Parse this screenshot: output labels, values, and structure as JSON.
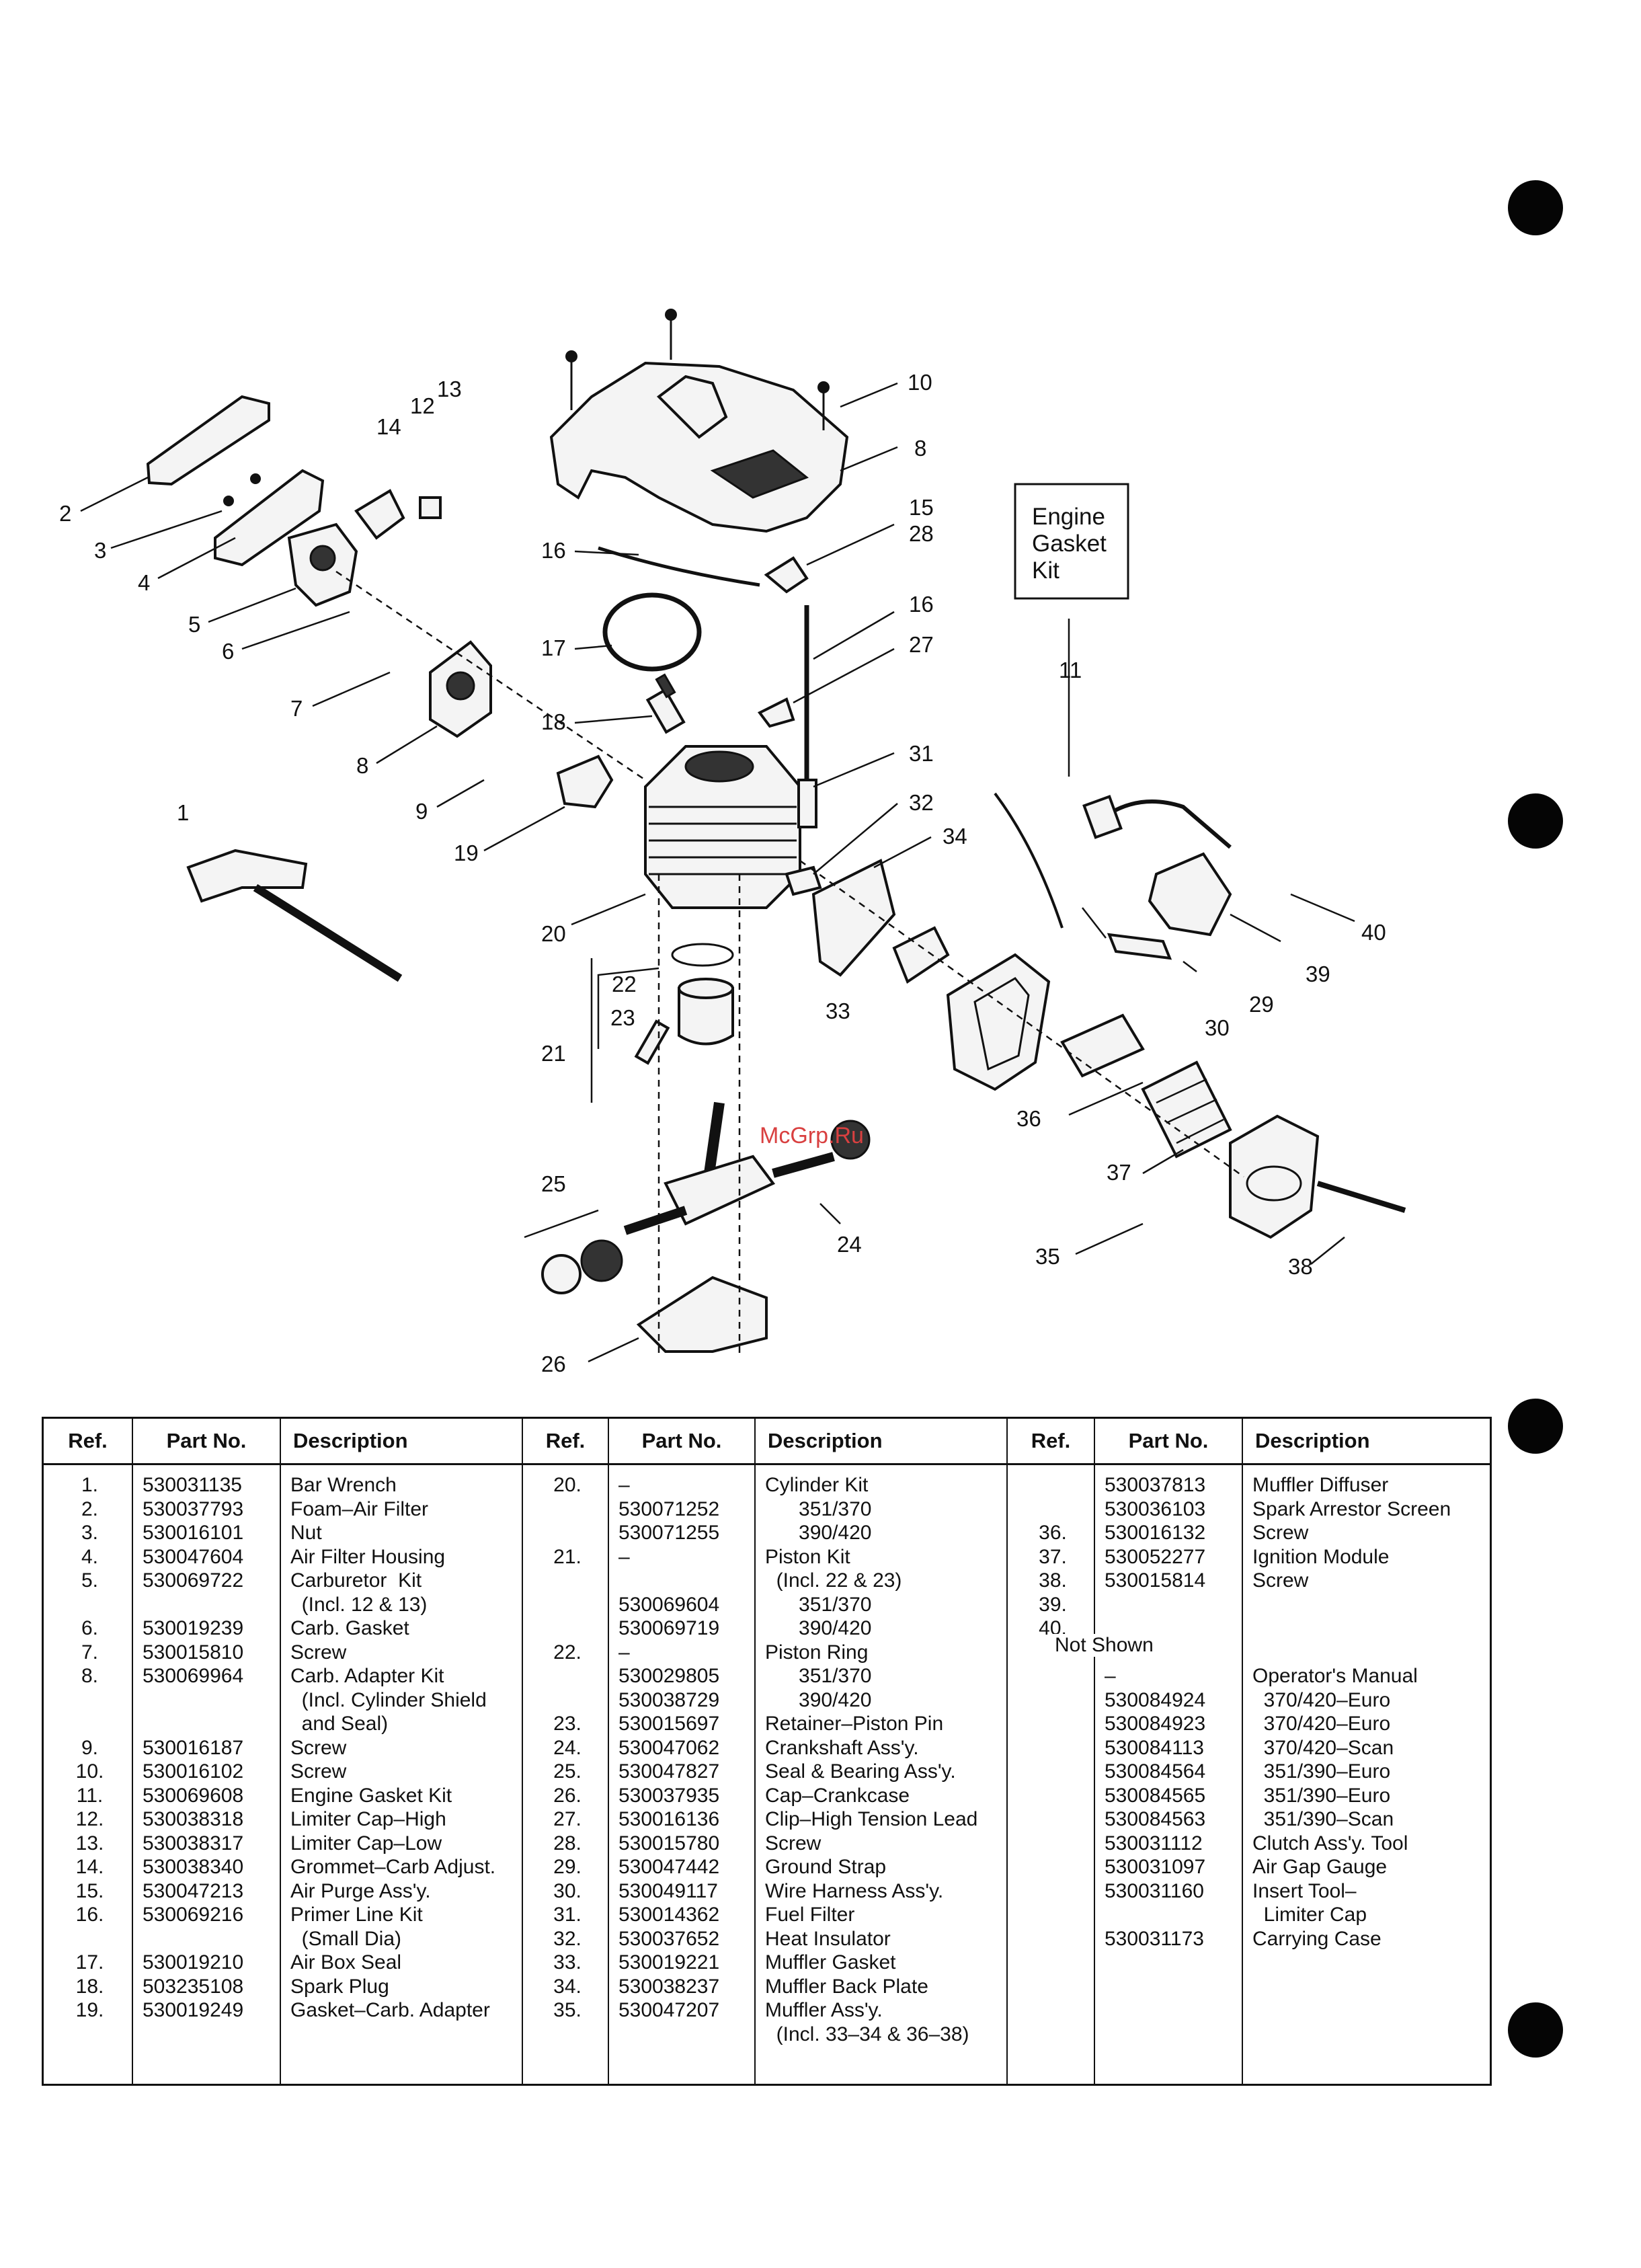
{
  "diagram": {
    "callouts": [
      "1",
      "2",
      "3",
      "4",
      "5",
      "6",
      "7",
      "8",
      "9",
      "10",
      "8",
      "11",
      "12",
      "13",
      "14",
      "15",
      "16",
      "16",
      "17",
      "18",
      "19",
      "20",
      "21",
      "22",
      "23",
      "24",
      "25",
      "26",
      "27",
      "28",
      "29",
      "30",
      "31",
      "32",
      "33",
      "34",
      "35",
      "36",
      "37",
      "38",
      "39",
      "40"
    ],
    "kit_box": {
      "line1": "Engine",
      "line2": "Gasket",
      "line3": "Kit"
    },
    "watermark": "McGrp.Ru"
  },
  "table": {
    "headers": {
      "ref": "Ref.",
      "part": "Part No.",
      "desc": "Description"
    },
    "col1": {
      "ref": [
        "1.",
        "2.",
        "3.",
        "4.",
        "5.",
        "",
        "6.",
        "7.",
        "8.",
        "",
        "",
        "9.",
        "10.",
        "11.",
        "12.",
        "13.",
        "14.",
        "15.",
        "16.",
        "",
        "17.",
        "18.",
        "19."
      ],
      "part": [
        "530031135",
        "530037793",
        "530016101",
        "530047604",
        "530069722",
        "",
        "530019239",
        "530015810",
        "530069964",
        "",
        "",
        "530016187",
        "530016102",
        "530069608",
        "530038318",
        "530038317",
        "530038340",
        "530047213",
        "530069216",
        "",
        "530019210",
        "503235108",
        "530019249"
      ],
      "desc": [
        "Bar Wrench",
        "Foam–Air Filter",
        "Nut",
        "Air Filter Housing",
        "Carburetor  Kit",
        "  (Incl. 12 & 13)",
        "Carb. Gasket",
        "Screw",
        "Carb. Adapter Kit",
        "  (Incl. Cylinder Shield",
        "  and Seal)",
        "Screw",
        "Screw",
        "Engine Gasket Kit",
        "Limiter Cap–High",
        "Limiter Cap–Low",
        "Grommet–Carb Adjust.",
        "Air Purge Ass'y.",
        "Primer Line Kit",
        "  (Small Dia)",
        "Air Box Seal",
        "Spark Plug",
        "Gasket–Carb. Adapter"
      ]
    },
    "col2": {
      "ref": [
        "20.",
        "",
        "",
        "21.",
        "",
        "",
        "",
        "22.",
        "",
        "",
        "23.",
        "24.",
        "25.",
        "26.",
        "27.",
        "28.",
        "29.",
        "30.",
        "31.",
        "32.",
        "33.",
        "34.",
        "35.",
        ""
      ],
      "part": [
        "–",
        "530071252",
        "530071255",
        "–",
        "",
        "530069604",
        "530069719",
        "–",
        "530029805",
        "530038729",
        "530015697",
        "530047062",
        "530047827",
        "530037935",
        "530016136",
        "530015780",
        "530047442",
        "530049117",
        "530014362",
        "530037652",
        "530019221",
        "530038237",
        "530047207",
        ""
      ],
      "desc": [
        "Cylinder Kit",
        "      351/370",
        "      390/420",
        "Piston Kit",
        "  (Incl. 22 & 23)",
        "      351/370",
        "      390/420",
        "Piston Ring",
        "      351/370",
        "      390/420",
        "Retainer–Piston Pin",
        "Crankshaft Ass'y.",
        "Seal & Bearing Ass'y.",
        "Cap–Crankcase",
        "Clip–High Tension Lead",
        "Screw",
        "Ground Strap",
        "Wire Harness Ass'y.",
        "Fuel Filter",
        "Heat Insulator",
        "Muffler Gasket",
        "Muffler Back Plate",
        "Muffler Ass'y.",
        "  (Incl. 33–34 & 36–38)"
      ]
    },
    "col3": {
      "ref": [
        "36.",
        "37.",
        "38.",
        "39.",
        "40.",
        "",
        "",
        "",
        "",
        "",
        "",
        "",
        "",
        "",
        "",
        "",
        "",
        "",
        ""
      ],
      "part": [
        "530037813",
        "530036103",
        "530016132",
        "530052277",
        "530015814",
        "",
        "",
        "",
        "–",
        "530084924",
        "530084923",
        "530084113",
        "530084564",
        "530084565",
        "530084563",
        "530031112",
        "530031097",
        "530031160",
        "",
        "530031173"
      ],
      "desc": [
        "Muffler Diffuser",
        "Spark Arrestor Screen",
        "Screw",
        "Ignition Module",
        "Screw",
        "",
        "",
        "",
        "Operator's Manual",
        "  370/420–Euro",
        "  370/420–Euro",
        "  370/420–Scan",
        "  351/390–Euro",
        "  351/390–Euro",
        "  351/390–Scan",
        "Clutch Ass'y. Tool",
        "Air Gap Gauge",
        "Insert Tool–",
        "  Limiter Cap",
        "Carrying Case"
      ],
      "not_shown": "Not Shown"
    }
  }
}
